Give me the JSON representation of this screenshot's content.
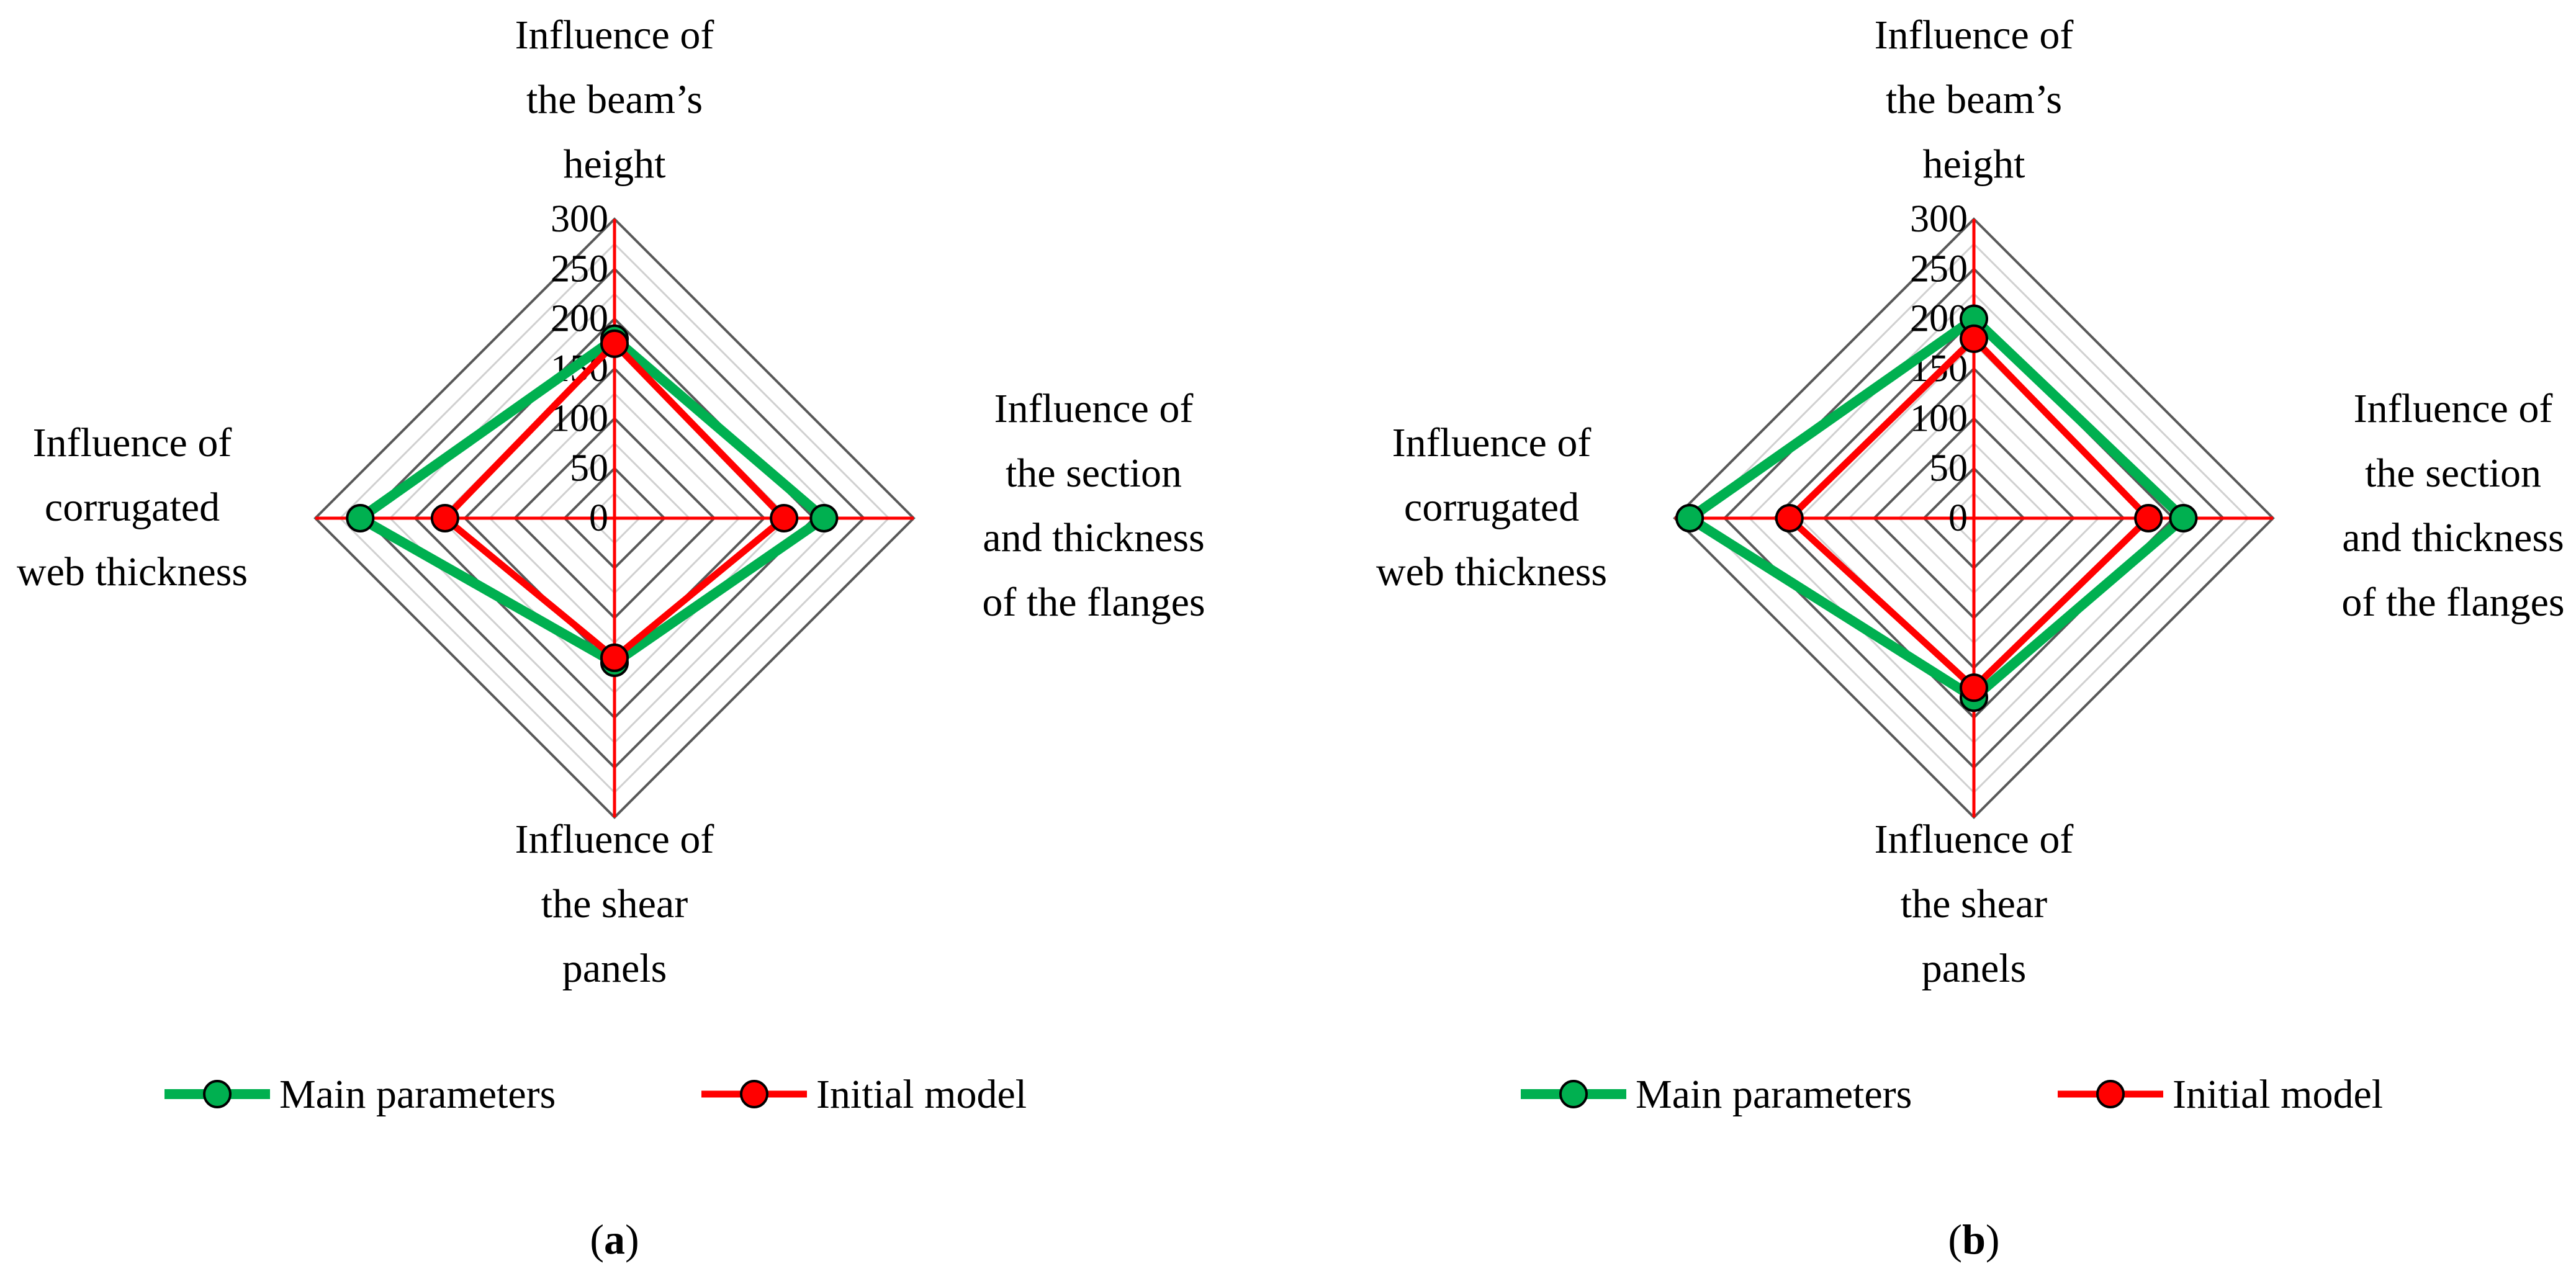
{
  "chart_data": [
    {
      "type": "radar",
      "panel_label": "a",
      "categories": [
        "Influence of the beam’s height",
        "Influence of the section and thickness of the flanges",
        "Influence of the shear panels",
        "Influence of corrugated web thickness"
      ],
      "category_lines": [
        [
          "Influence of",
          "the beam’s",
          "height"
        ],
        [
          "Influence of",
          "the section",
          "and thickness",
          "of the flanges"
        ],
        [
          "Influence of",
          "the shear",
          "panels"
        ],
        [
          "Influence of",
          "corrugated",
          "web thickness"
        ]
      ],
      "radial_ticks": [
        "0",
        "50",
        "100",
        "150",
        "200",
        "250",
        "300"
      ],
      "rlim": [
        0,
        300
      ],
      "series": [
        {
          "name": "Main parameters",
          "color": "#00b050",
          "values": [
            180,
            210,
            145,
            255
          ]
        },
        {
          "name": "Initial model",
          "color": "#ff0000",
          "values": [
            175,
            170,
            140,
            170
          ]
        }
      ],
      "grid": true,
      "legend": "bottom"
    },
    {
      "type": "radar",
      "panel_label": "b",
      "categories": [
        "Influence of the beam’s height",
        "Influence of the section and thickness of the flanges",
        "Influence of the shear panels",
        "Influence of corrugated web thickness"
      ],
      "category_lines": [
        [
          "Influence of",
          "the beam’s",
          "height"
        ],
        [
          "Influence of",
          "the section",
          "and thickness",
          "of the flanges"
        ],
        [
          "Influence of",
          "the shear",
          "panels"
        ],
        [
          "Influence of",
          "corrugated",
          "web thickness"
        ]
      ],
      "radial_ticks": [
        "0",
        "50",
        "100",
        "150",
        "200",
        "250",
        "300"
      ],
      "rlim": [
        0,
        300
      ],
      "series": [
        {
          "name": "Main parameters",
          "color": "#00b050",
          "values": [
            200,
            210,
            180,
            285
          ]
        },
        {
          "name": "Initial model",
          "color": "#ff0000",
          "values": [
            180,
            175,
            170,
            185
          ]
        }
      ],
      "grid": true,
      "legend": "bottom"
    }
  ],
  "colors": {
    "main_parameters": "#00b050",
    "initial_model": "#ff0000",
    "marker_outline": "#000000",
    "grid_major": "#595959",
    "grid_minor": "#d0d0d0",
    "axes": "#ff0000"
  }
}
